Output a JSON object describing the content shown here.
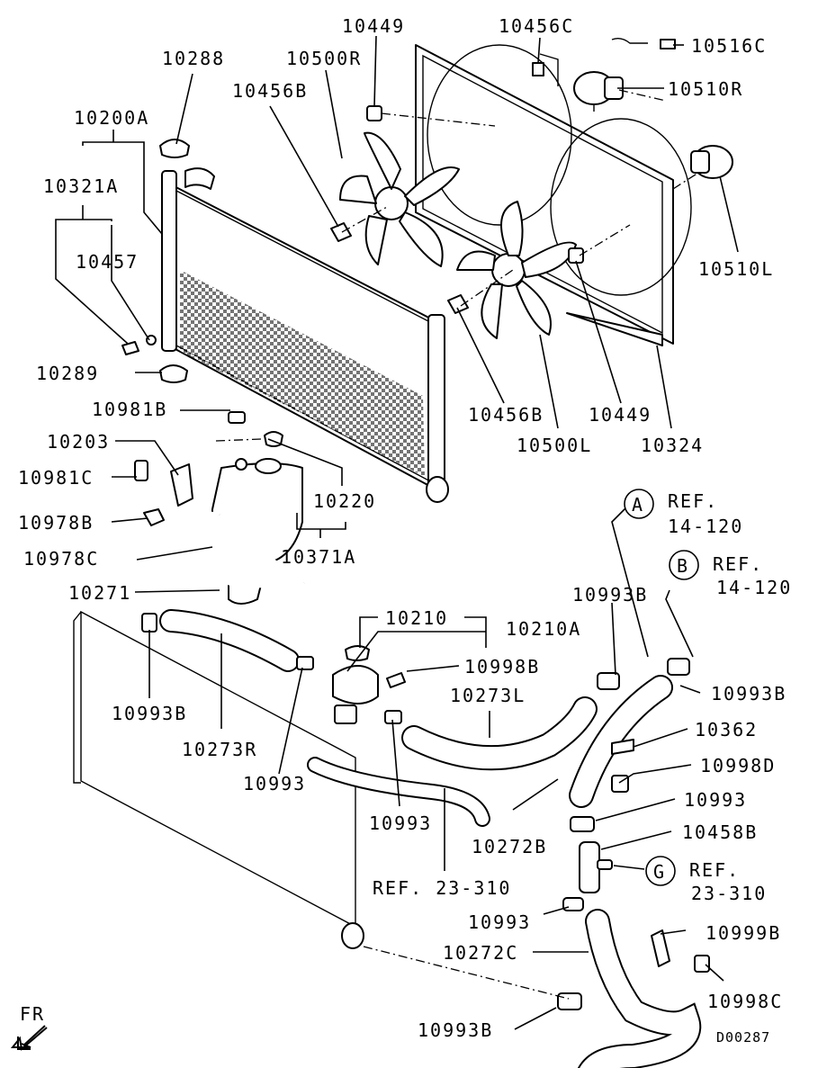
{
  "diagram_code": "D00287",
  "front_marker": "FR",
  "circle_refs": [
    {
      "letter": "A",
      "ref_label": "REF.",
      "ref_number": "14-120"
    },
    {
      "letter": "B",
      "ref_label": "REF.",
      "ref_number": "14-120"
    },
    {
      "letter": "G",
      "ref_label": "REF.",
      "ref_number": "23-310"
    }
  ],
  "ref_23_310": "REF. 23-310",
  "part_labels": {
    "p10449_top": "10449",
    "p10456C": "10456C",
    "p10516C": "10516C",
    "p10288": "10288",
    "p10500R": "10500R",
    "p10510R": "10510R",
    "p10456B_top": "10456B",
    "p10200A": "10200A",
    "p10321A": "10321A",
    "p10457": "10457",
    "p10510L": "10510L",
    "p10289": "10289",
    "p10981B": "10981B",
    "p10456B_bottom": "10456B",
    "p10449_bottom": "10449",
    "p10203": "10203",
    "p10500L": "10500L",
    "p10324": "10324",
    "p10981C": "10981C",
    "p10220": "10220",
    "p10978B": "10978B",
    "p10371A": "10371A",
    "p10978C": "10978C",
    "p10271": "10271",
    "p10993B_right_a": "10993B",
    "p10210": "10210",
    "p10210A": "10210A",
    "p10998B": "10998B",
    "p10273L": "10273L",
    "p10993B_right_b": "10993B",
    "p10993B_left": "10993B",
    "p10362": "10362",
    "p10273R": "10273R",
    "p10998D": "10998D",
    "p10993_left": "10993",
    "p10993_r1": "10993",
    "p10993_mid": "10993",
    "p10272B": "10272B",
    "p10458B": "10458B",
    "p10993_r2": "10993",
    "p10999B": "10999B",
    "p10272C": "10272C",
    "p10998C": "10998C",
    "p10993B_bottom": "10993B"
  }
}
